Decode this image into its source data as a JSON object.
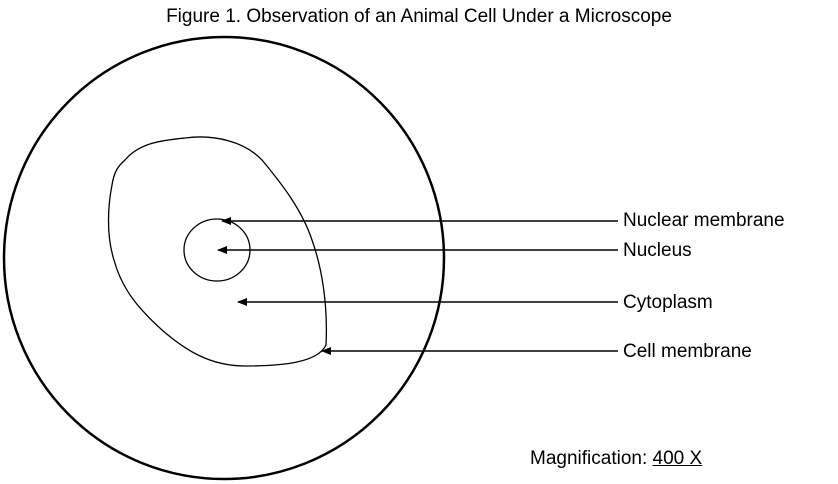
{
  "figure": {
    "title": "Figure 1. Observation of an Animal Cell Under a Microscope"
  },
  "labels": {
    "nuclear_membrane": "Nuclear membrane",
    "nucleus": "Nucleus",
    "cytoplasm": "Cytoplasm",
    "cell_membrane": "Cell membrane"
  },
  "magnification": {
    "label": "Magnification:",
    "value": "400 X"
  },
  "colors": {
    "line": "#000000",
    "background": "#ffffff"
  }
}
